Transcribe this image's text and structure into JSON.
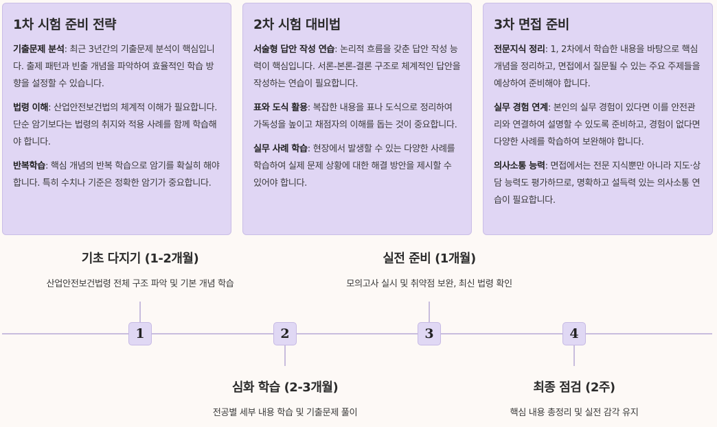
{
  "cards": [
    {
      "title": "1차 시험 준비 전략",
      "sections": [
        {
          "label": "기출문제 분석",
          "text": ": 최근 3년간의 기출문제 분석이 핵심입니다. 출제 패턴과 빈출 개념을 파악하여 효율적인 학습 방향을 설정할 수 있습니다."
        },
        {
          "label": "법령 이해",
          "text": ": 산업안전보건법의 체계적 이해가 필요합니다. 단순 암기보다는 법령의 취지와 적용 사례를 함께 학습해야 합니다."
        },
        {
          "label": "반복학습",
          "text": ": 핵심 개념의 반복 학습으로 암기를 확실히 해야 합니다. 특히 수치나 기준은 정확한 암기가 중요합니다."
        }
      ]
    },
    {
      "title": "2차 시험 대비법",
      "sections": [
        {
          "label": "서술형 답안 작성 연습",
          "text": ": 논리적 흐름을 갖춘 답안 작성 능력이 핵심입니다. 서론-본론-결론 구조로 체계적인 답안을 작성하는 연습이 필요합니다."
        },
        {
          "label": "표와 도식 활용",
          "text": ": 복잡한 내용을 표나 도식으로 정리하여 가독성을 높이고 채점자의 이해를 돕는 것이 중요합니다."
        },
        {
          "label": "실무 사례 학습",
          "text": ": 현장에서 발생할 수 있는 다양한 사례를 학습하여 실제 문제 상황에 대한 해결 방안을 제시할 수 있어야 합니다."
        }
      ]
    },
    {
      "title": "3차 면접 준비",
      "sections": [
        {
          "label": "전문지식 정리",
          "text": ": 1, 2차에서 학습한 내용을 바탕으로 핵심 개념을 정리하고, 면접에서 질문될 수 있는 주요 주제들을 예상하여 준비해야 합니다."
        },
        {
          "label": "실무 경험 연계",
          "text": ": 본인의 실무 경험이 있다면 이를 안전관리와 연결하여 설명할 수 있도록 준비하고, 경험이 없다면 다양한 사례를 학습하여 보완해야 합니다."
        },
        {
          "label": "의사소통 능력",
          "text": ": 면접에서는 전문 지식뿐만 아니라 지도·상담 능력도 평가하므로, 명확하고 설득력 있는 의사소통 연습이 필요합니다."
        }
      ]
    }
  ],
  "timeline": {
    "colors": {
      "line": "#c8bcdd",
      "marker_bg": "#e0d8f4",
      "card_bg": "#e0d6f4",
      "page_bg": "#fdf9f6"
    },
    "steps": [
      {
        "number": "1",
        "title": "기초 다지기 (1-2개월)",
        "description": "산업안전보건법령 전체 구조 파악 및 기본 개념 학습",
        "position": "above"
      },
      {
        "number": "2",
        "title": "심화 학습 (2-3개월)",
        "description": "전공별 세부 내용 학습 및 기출문제 풀이",
        "position": "below"
      },
      {
        "number": "3",
        "title": "실전 준비 (1개월)",
        "description": "모의고사 실시 및 취약점 보완, 최신 법령 확인",
        "position": "above"
      },
      {
        "number": "4",
        "title": "최종 점검 (2주)",
        "description": "핵심 내용 총정리 및 실전 감각 유지",
        "position": "below"
      }
    ]
  }
}
